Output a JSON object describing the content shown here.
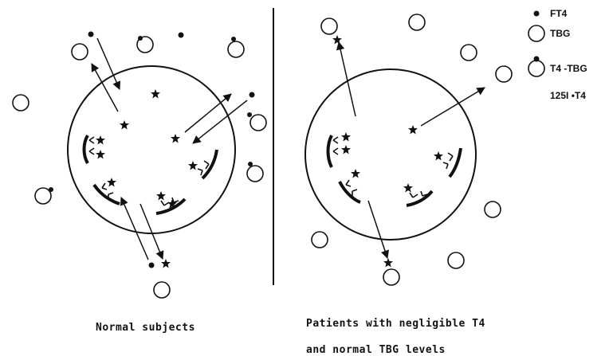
{
  "diagram": {
    "panels": [
      {
        "caption_lines": [
          "Normal subjects"
        ]
      },
      {
        "caption_lines": [
          "Patients with negligible T4",
          "and normal TBG levels"
        ]
      }
    ],
    "legend": [
      {
        "symbol": "dot",
        "label": "FT4"
      },
      {
        "symbol": "ring",
        "label": "TBG"
      },
      {
        "symbol": "ring-with-dot",
        "label": "T4 -TBG"
      },
      {
        "symbol": "star",
        "label": "125I •T4"
      }
    ],
    "colors": {
      "ink": "#111111",
      "background": "#ffffff"
    }
  }
}
